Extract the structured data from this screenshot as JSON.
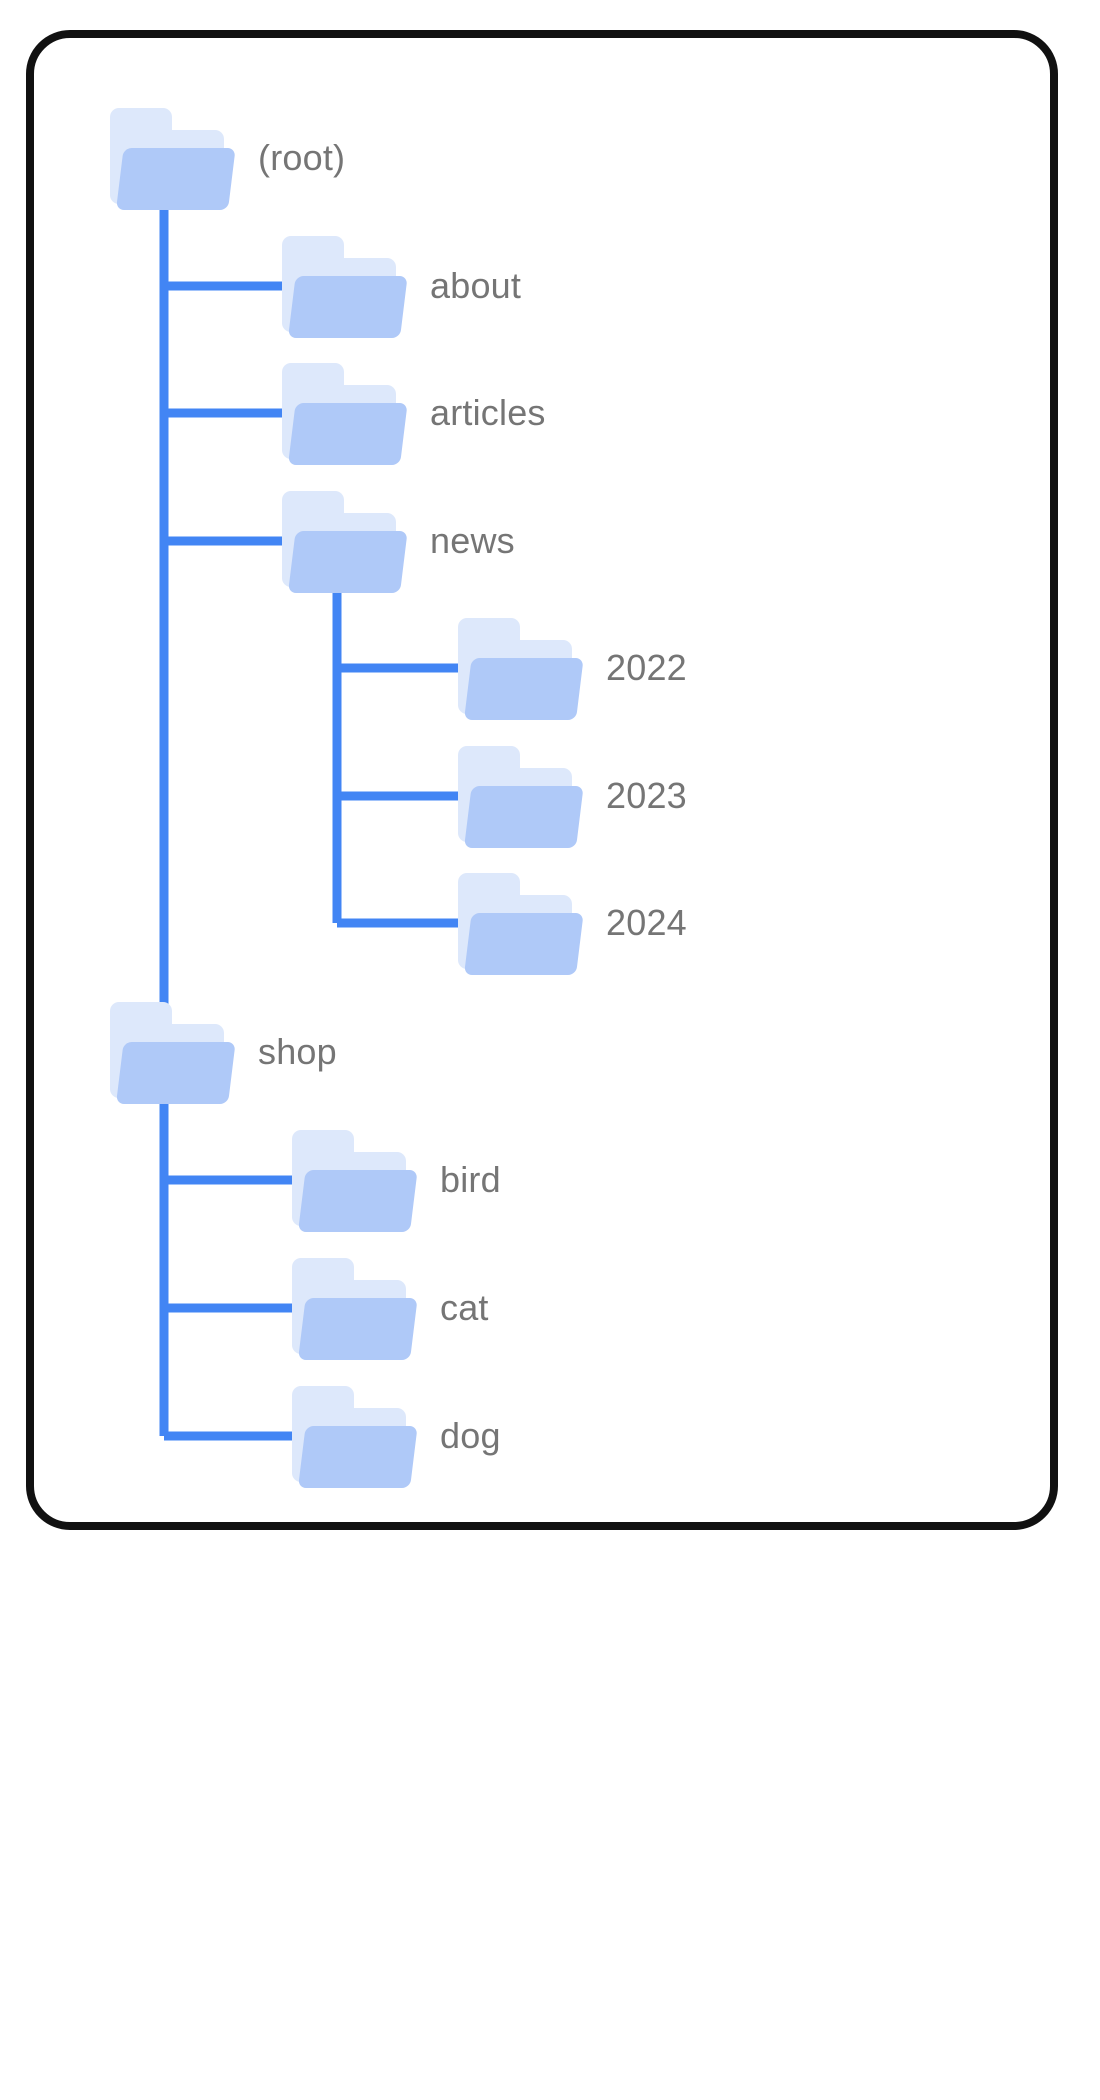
{
  "diagram": {
    "type": "folder-tree",
    "title": "",
    "colors": {
      "connector": "#4285F4",
      "folder_front": "#AFC9F8",
      "folder_back": "#DDE8FB",
      "label": "#757575",
      "card_border": "#111111",
      "background": "#FFFFFF"
    },
    "nodes": [
      {
        "id": "root",
        "label": "(root)",
        "depth": 0,
        "icon": "folder-icon"
      },
      {
        "id": "about",
        "label": "about",
        "depth": 1,
        "icon": "folder-icon"
      },
      {
        "id": "articles",
        "label": "articles",
        "depth": 1,
        "icon": "folder-icon"
      },
      {
        "id": "news",
        "label": "news",
        "depth": 1,
        "icon": "folder-icon"
      },
      {
        "id": "news2022",
        "label": "2022",
        "depth": 2,
        "icon": "folder-icon"
      },
      {
        "id": "news2023",
        "label": "2023",
        "depth": 2,
        "icon": "folder-icon"
      },
      {
        "id": "news2024",
        "label": "2024",
        "depth": 2,
        "icon": "folder-icon"
      },
      {
        "id": "shop",
        "label": "shop",
        "depth": 1,
        "icon": "folder-icon"
      },
      {
        "id": "bird",
        "label": "bird",
        "depth": 2,
        "icon": "folder-icon"
      },
      {
        "id": "cat",
        "label": "cat",
        "depth": 2,
        "icon": "folder-icon"
      },
      {
        "id": "dog",
        "label": "dog",
        "depth": 2,
        "icon": "folder-icon"
      }
    ]
  }
}
